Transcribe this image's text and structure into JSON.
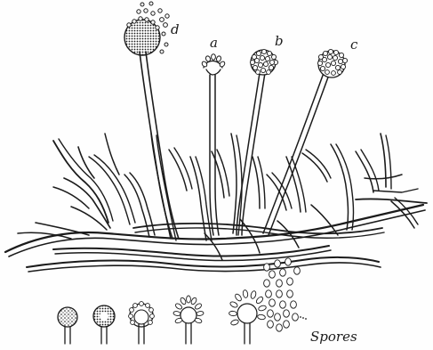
{
  "figure": {
    "labels": {
      "a": "a",
      "b": "b",
      "c": "c",
      "d": "d",
      "spores": "Spores"
    }
  }
}
